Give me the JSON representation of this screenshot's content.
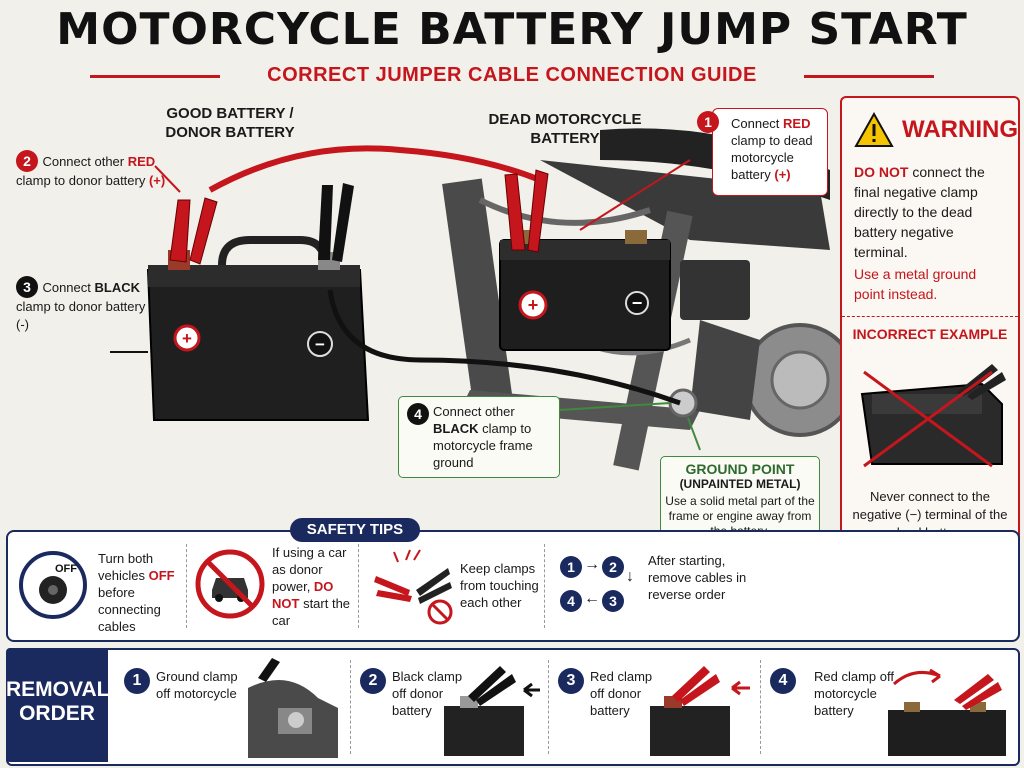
{
  "title": "MOTORCYCLE BATTERY JUMP START",
  "subtitle": "CORRECT JUMPER CABLE CONNECTION GUIDE",
  "good_battery_label": [
    "GOOD BATTERY /",
    "DONOR BATTERY"
  ],
  "dead_battery_label": "DEAD MOTORCYCLE BATTERY",
  "steps": {
    "s1": {
      "num": "1",
      "pre": "Connect ",
      "hl": "RED",
      "post": " clamp to dead motorcycle battery ",
      "sym": "(+)"
    },
    "s2": {
      "num": "2",
      "pre": "Connect other ",
      "hl": "RED",
      "post": " clamp to donor battery ",
      "sym": "(+)"
    },
    "s3": {
      "num": "3",
      "pre": "Connect ",
      "hl": "BLACK",
      "post": " clamp to donor battery (-)"
    },
    "s4": {
      "num": "4",
      "pre": "Connect other ",
      "hl": "BLACK",
      "post": " clamp to motorcycle frame ground"
    }
  },
  "ground": {
    "title": "GROUND POINT",
    "subtitle": "(UNPAINTED METAL)",
    "desc": "Use a solid metal part of the frame or engine away from the battery."
  },
  "warning": {
    "title": "WARNING",
    "bold": "DO NOT",
    "text": " connect the final negative clamp directly to the dead battery negative terminal.",
    "red": "Use a metal ground point instead.",
    "incorrect_title": "INCORRECT EXAMPLE",
    "incorrect_text": "Never connect to the negative (−) terminal of the dead battery."
  },
  "safety": {
    "title": "SAFETY TIPS",
    "off_label": "OFF",
    "tip1": {
      "pre": "Turn both vehicles ",
      "hl": "OFF",
      "post": " before connecting cables"
    },
    "tip2": {
      "pre": "If using a car as donor power, ",
      "hl": "DO NOT",
      "post": " start the car"
    },
    "tip3": "Keep clamps from touching each other",
    "tip4": "After starting, remove cables in reverse order",
    "seq": [
      "1",
      "2",
      "3",
      "4"
    ]
  },
  "removal": {
    "title": [
      "REMOVAL",
      "ORDER"
    ],
    "steps": [
      {
        "num": "1",
        "text": "Ground clamp off motorcycle"
      },
      {
        "num": "2",
        "text": "Black clamp off donor battery"
      },
      {
        "num": "3",
        "text": "Red clamp off donor battery"
      },
      {
        "num": "4",
        "text": "Red clamp off motorcycle battery"
      }
    ]
  },
  "symbols": {
    "plus": "+",
    "minus": "−"
  },
  "colors": {
    "red": "#c4161c",
    "navy": "#1b2a5e",
    "green": "#3f8a3f"
  }
}
